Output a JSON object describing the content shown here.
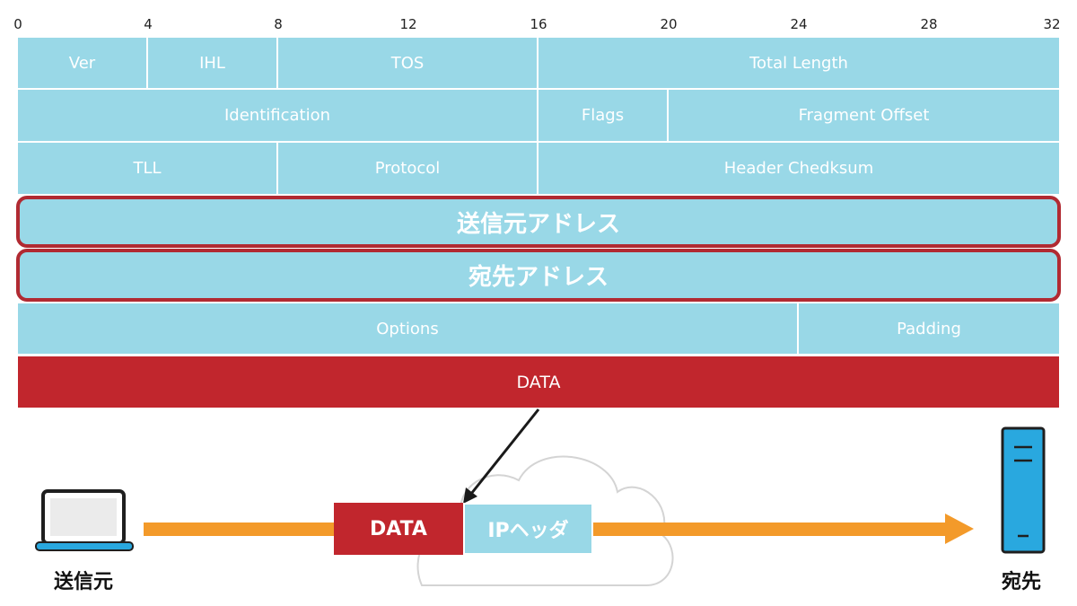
{
  "bit_ruler": [
    "0",
    "4",
    "8",
    "12",
    "16",
    "20",
    "24",
    "28",
    "32"
  ],
  "rows": {
    "row1": {
      "ver": "Ver",
      "ihl": "IHL",
      "tos": "TOS",
      "total_length": "Total Length"
    },
    "row2": {
      "identification": "Identification",
      "flags": "Flags",
      "fragment_offset": "Fragment Offset"
    },
    "row3": {
      "ttl": "TLL",
      "protocol": "Protocol",
      "header_checksum": "Header Chedksum"
    },
    "source_address": "送信元アドレス",
    "destination_address": "宛先アドレス",
    "row6": {
      "options": "Options",
      "padding": "Padding"
    },
    "data": "DATA"
  },
  "network": {
    "sender_label": "送信元",
    "receiver_label": "宛先",
    "packet_data": "DATA",
    "packet_header": "IPヘッダ"
  },
  "colors": {
    "header_cell": "#99d8e7",
    "highlight_border": "#b12a32",
    "data_red": "#c1262d",
    "arrow_orange": "#f39a2a",
    "device_blue": "#29a8df"
  },
  "icons": [
    "laptop-icon",
    "cloud-icon",
    "server-icon",
    "arrow-icon"
  ]
}
